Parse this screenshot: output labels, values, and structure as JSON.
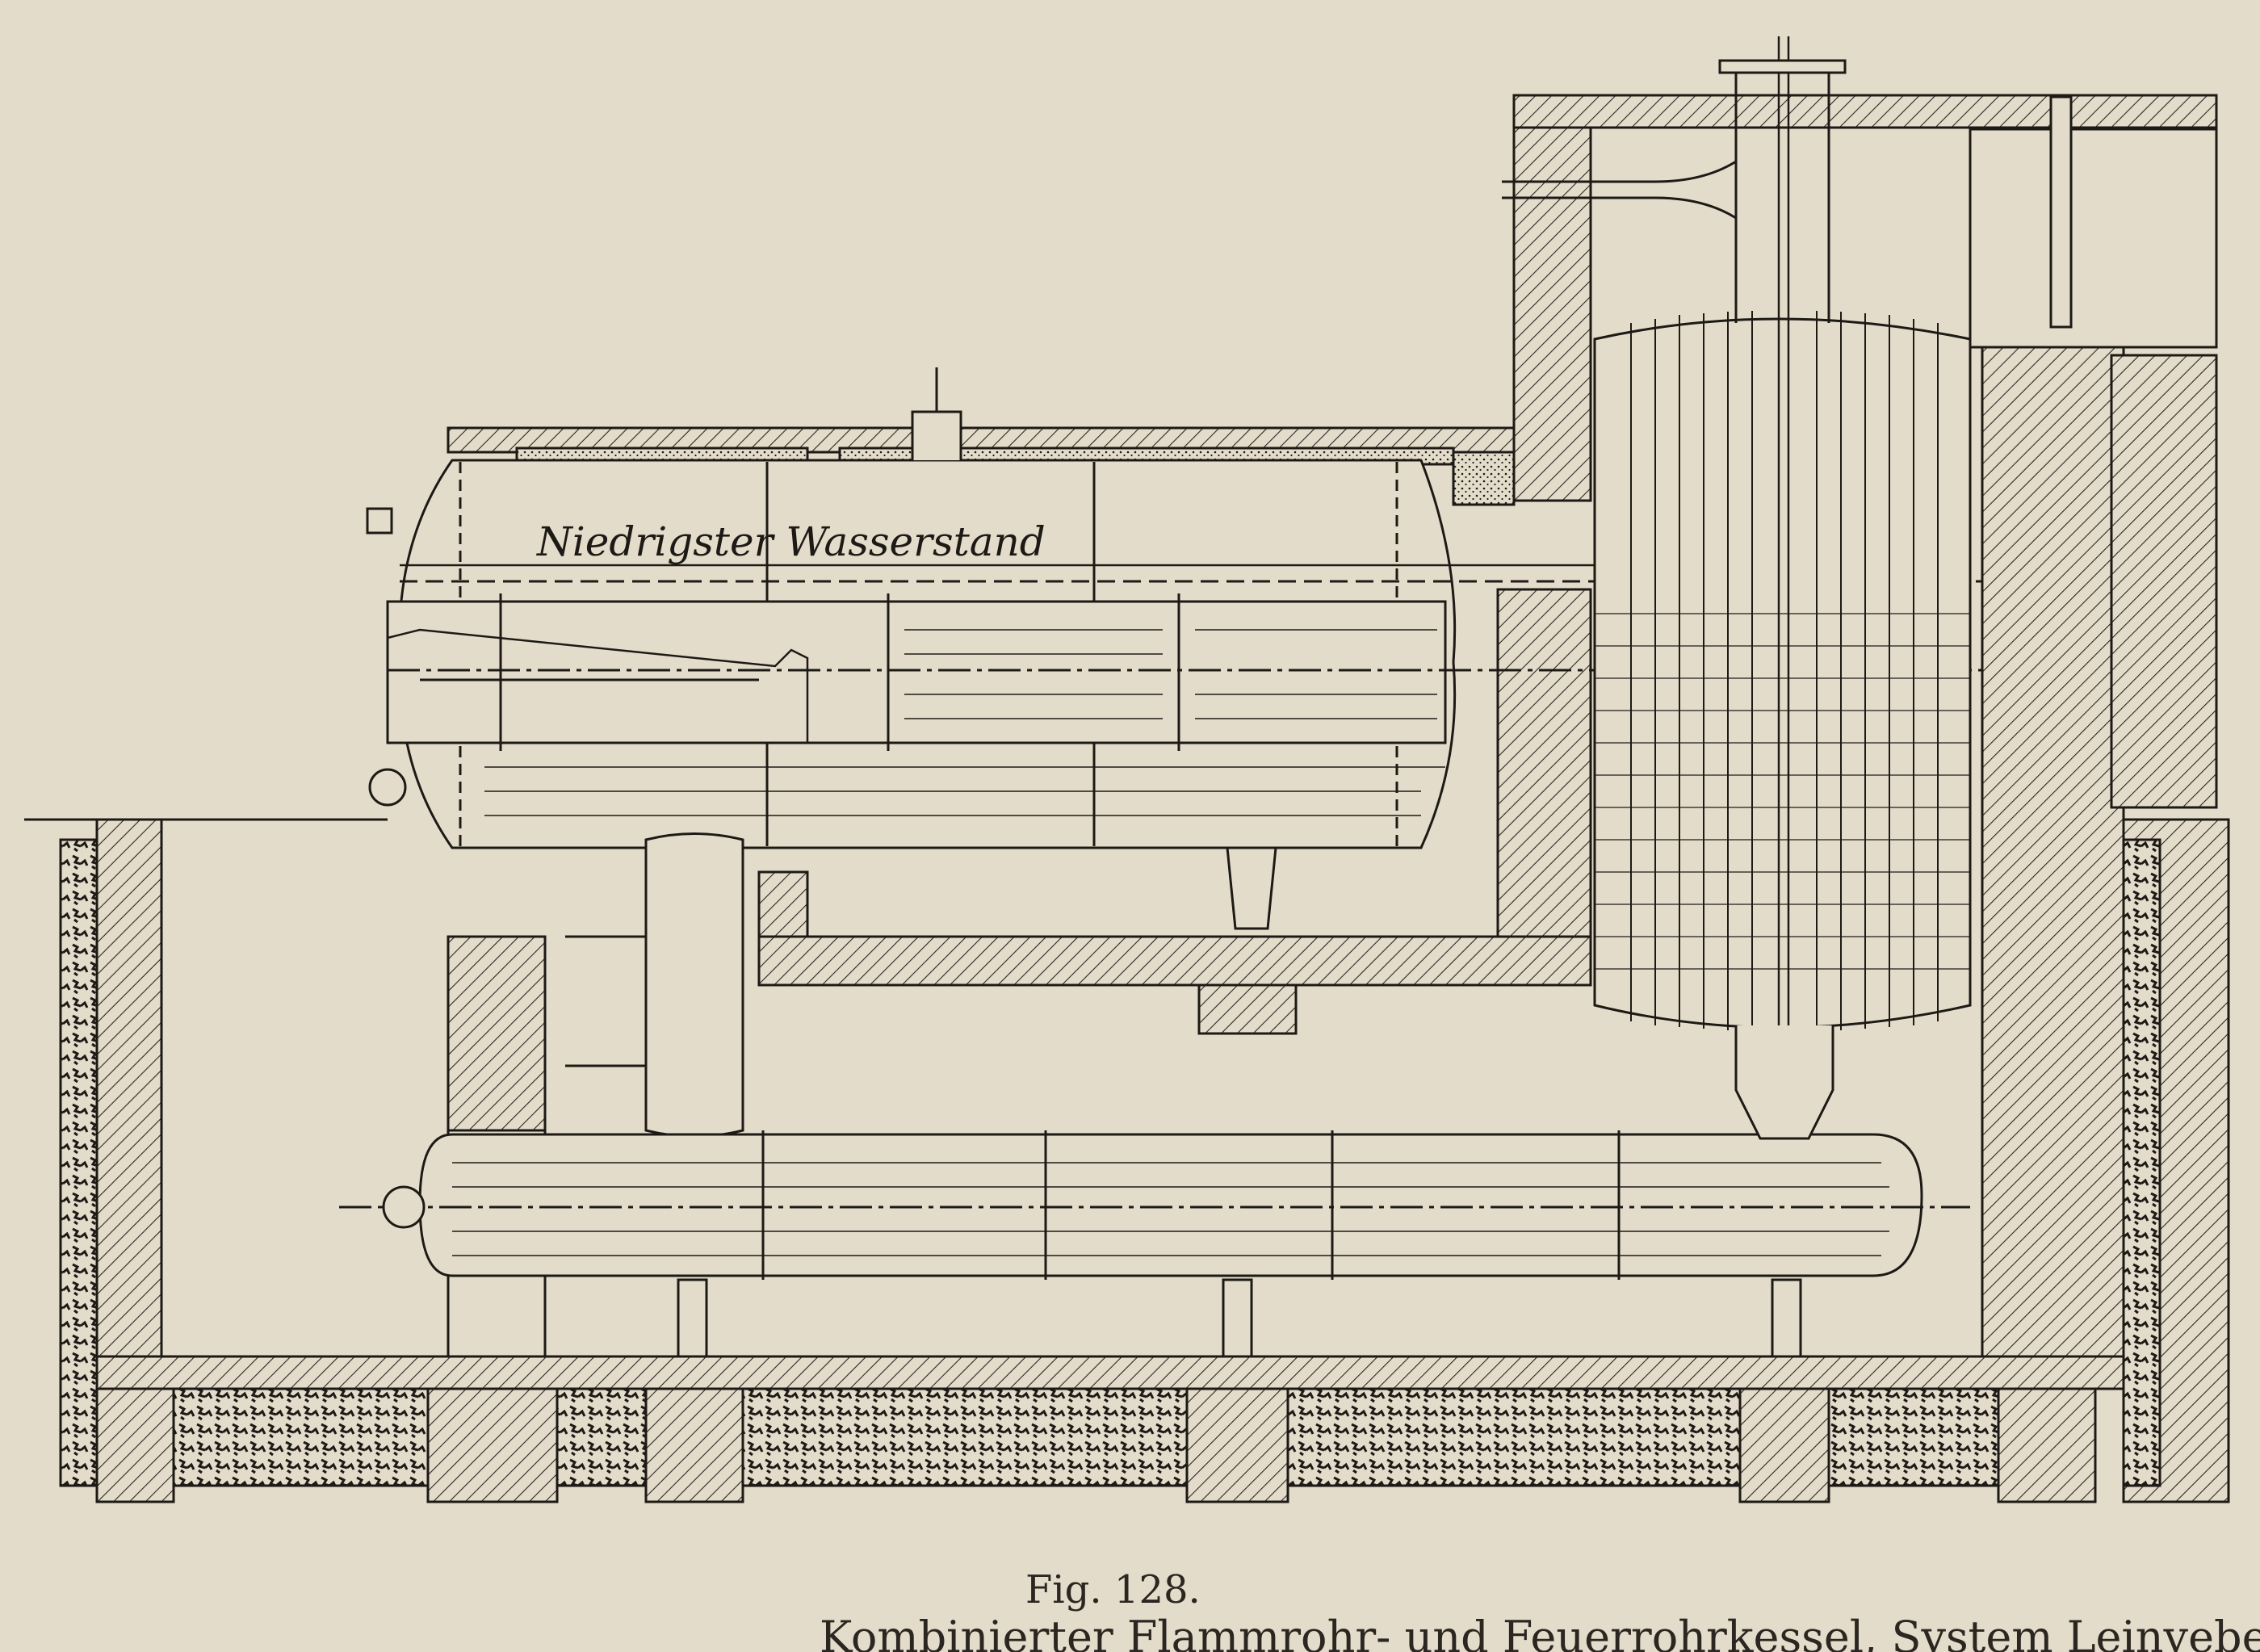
{
  "plate": {
    "paper_color": "#e4dccb",
    "ink_color": "#1d1a16",
    "hatch_color": "#2a2520"
  },
  "labels": {
    "water_level": "Niedrigster Wasserstand"
  },
  "caption": {
    "figure_number": "Fig. 128.",
    "title": "Kombinierter Flammrohr- und Feuerrohrkessel, System Leinveber"
  }
}
